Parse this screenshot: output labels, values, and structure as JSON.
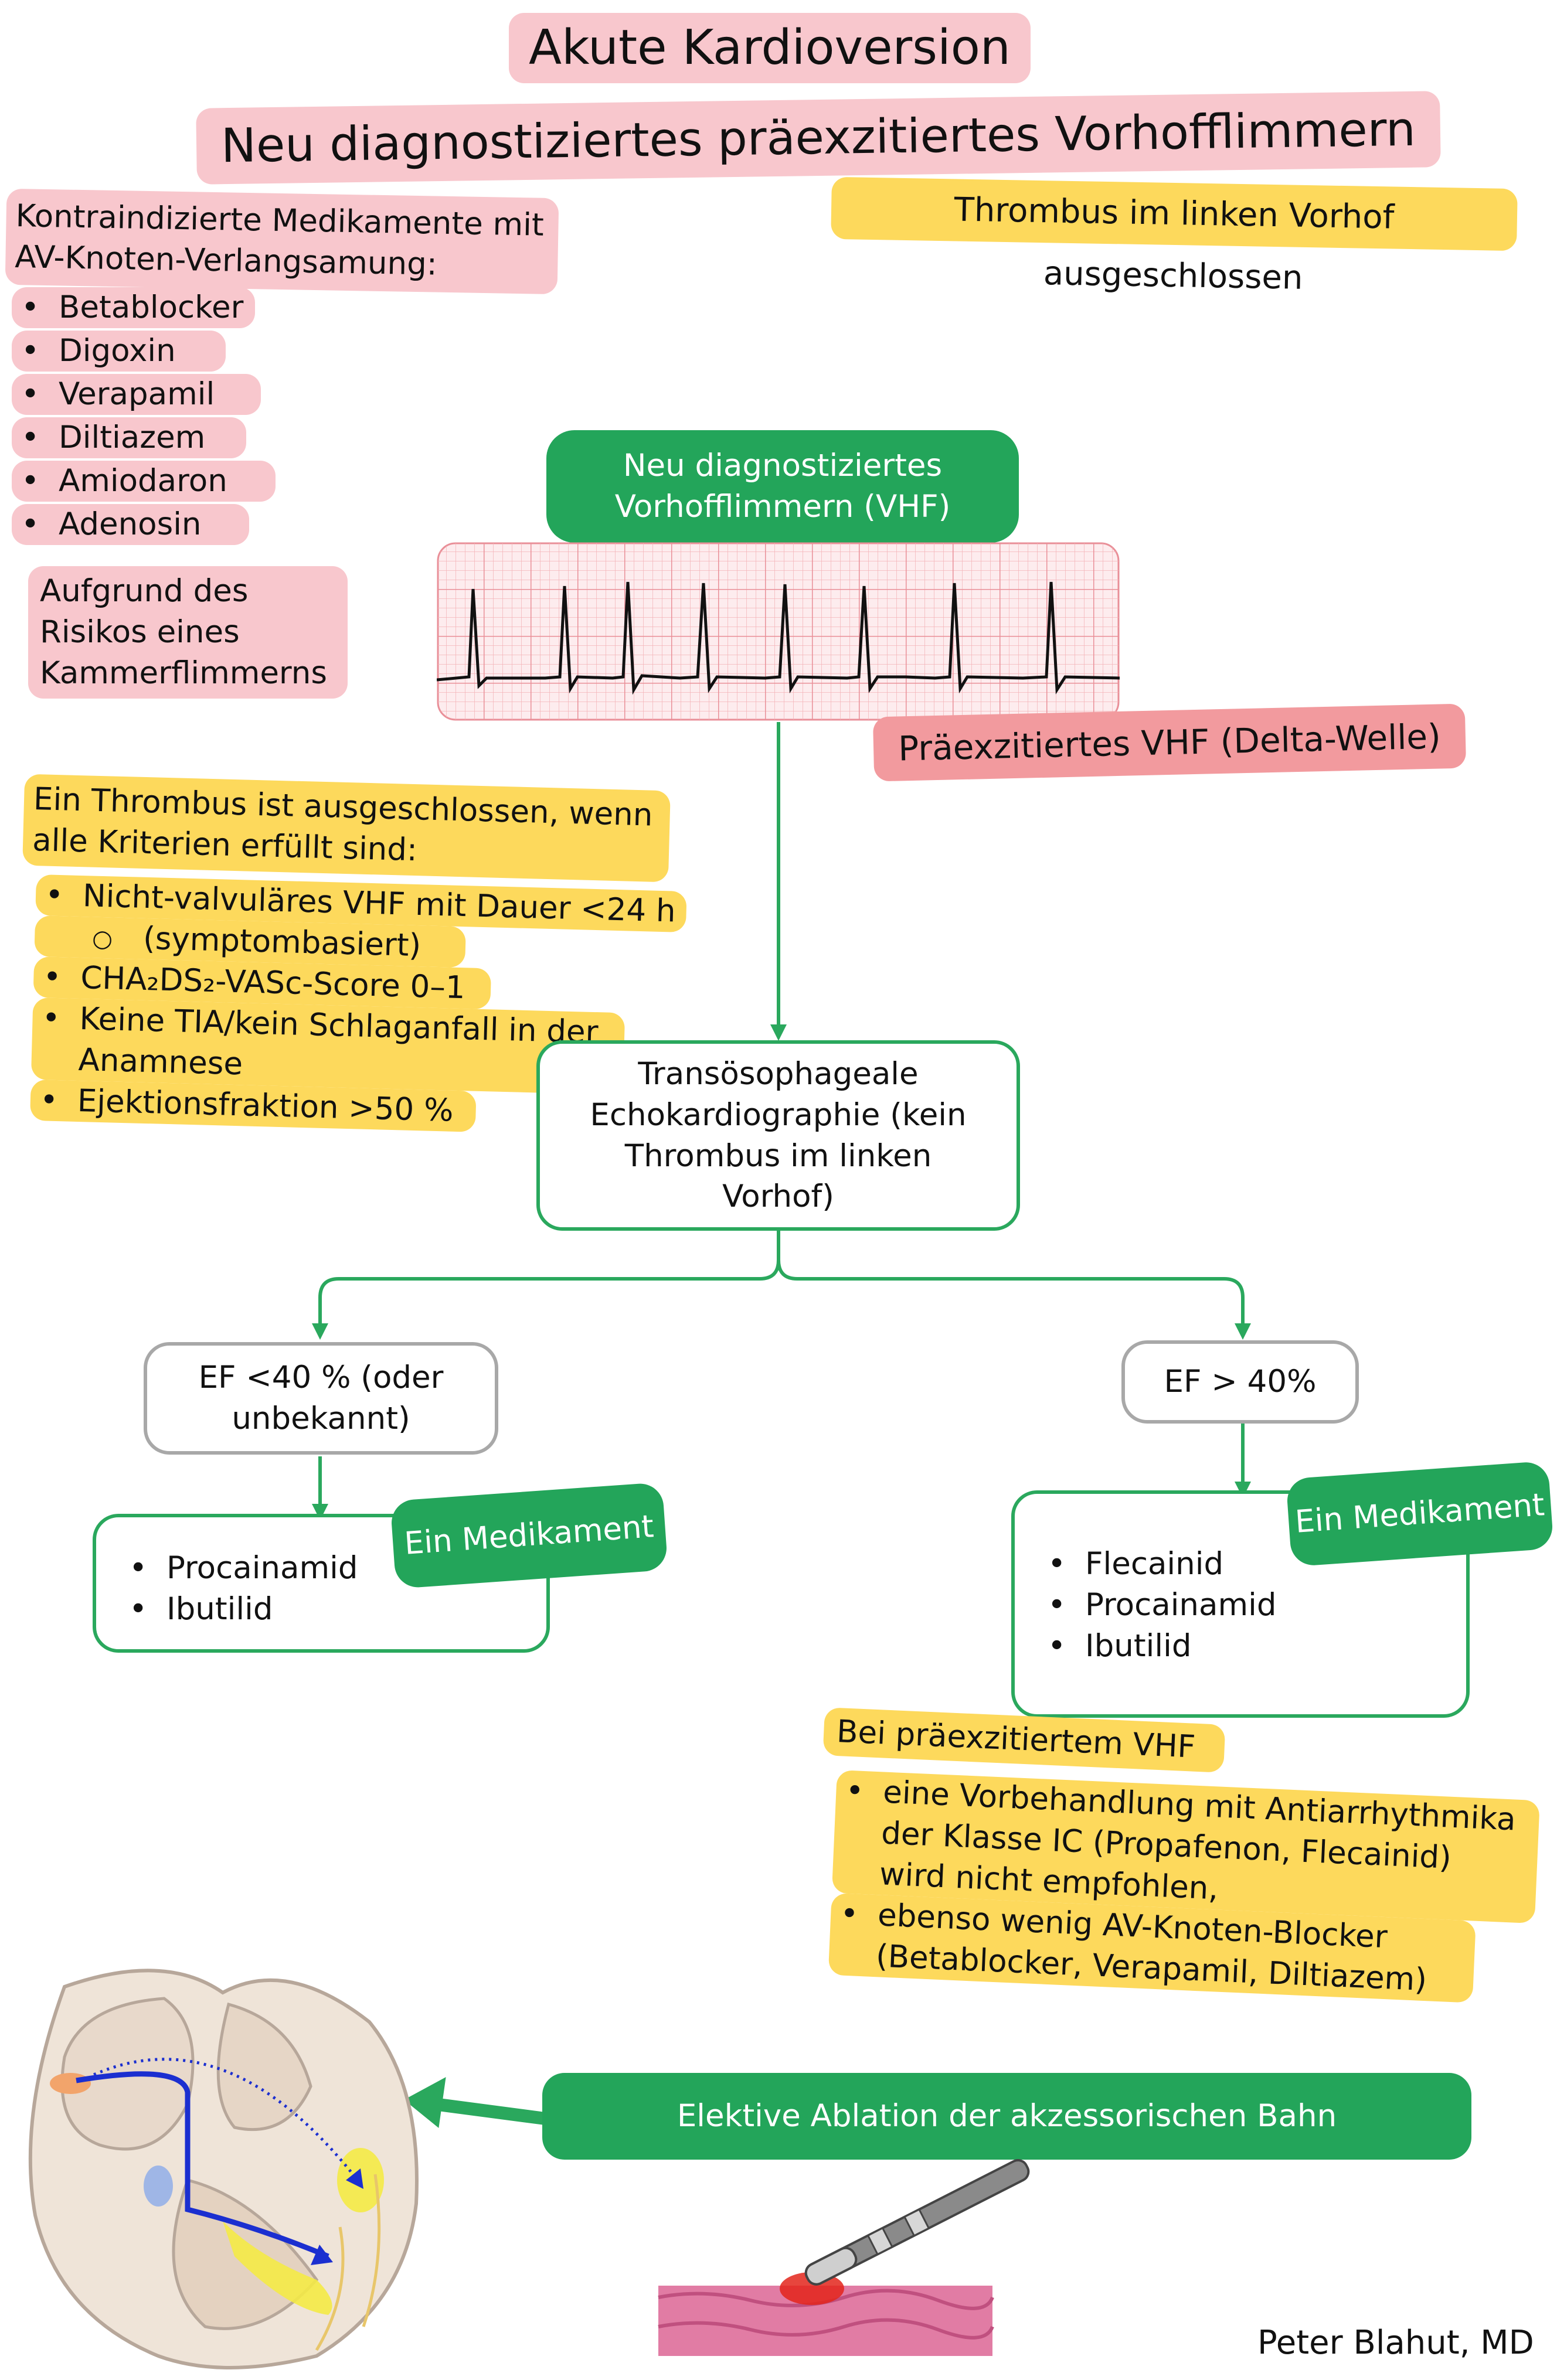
{
  "header": {
    "title": "Akute Kardioversion",
    "subtitle": "Neu diagnostiziertes präexzitiertes Vorhofflimmern",
    "thrombus_note": "Thrombus im linken Vorhof ausgeschlossen"
  },
  "contraindicated": {
    "heading": "Kontraindizierte Medikamente mit AV-Knoten-Verlangsamung:",
    "items": [
      "Betablocker",
      "Digoxin",
      "Verapamil",
      "Diltiazem",
      "Amiodaron",
      "Adenosin"
    ],
    "reason": "Aufgrund des Risikos eines Kammerflimmerns"
  },
  "new_vhf_box": "Neu diagnostiziertes Vorhofflimmern (VHF)",
  "ecg_label": "Präexzitiertes VHF (Delta-Welle)",
  "criteria": {
    "heading": "Ein Thrombus ist ausgeschlossen, wenn alle Kriterien erfüllt sind:",
    "item1": "Nicht-valvuläres VHF mit Dauer <24 h",
    "item1_sub": "(symptombasiert)",
    "item2": "CHA₂DS₂-VASc-Score 0–1",
    "item3": "Keine TIA/kein Schlaganfall in der Anamnese",
    "item4": "Ejektionsfraktion >50 %"
  },
  "tee_box": "Transösophageale Echokardiographie (kein Thrombus im linken Vorhof)",
  "left_branch": {
    "ef_label": "EF <40 % (oder unbekannt)",
    "badge": "Ein Medikament",
    "drugs": [
      "Procainamid",
      "Ibutilid"
    ]
  },
  "right_branch": {
    "ef_label": "EF > 40%",
    "badge": "Ein Medikament",
    "drugs": [
      "Flecainid",
      "Procainamid",
      "Ibutilid"
    ]
  },
  "pre_excited_note": {
    "heading": "Bei präexzitiertem VHF",
    "item1": "eine Vorbehandlung mit Antiarrhythmika der Klasse IC (Propafenon, Flecainid) wird nicht empfohlen,",
    "item2": "ebenso wenig AV-Knoten-Blocker (Betablocker, Verapamil, Diltiazem)"
  },
  "ablation": "Elektive Ablation der akzessorischen Bahn",
  "author": "Peter Blahut, MD",
  "colors": {
    "green": "#23a55a",
    "pink": "#f8c7cd",
    "yellow": "#fdd95c",
    "grey_border": "#a8a8a8"
  },
  "icons": [
    "ecg-strip",
    "heart-conduction-illustration",
    "ablation-catheter-illustration"
  ]
}
